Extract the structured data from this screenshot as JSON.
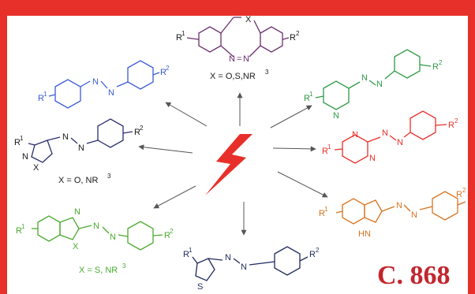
{
  "colors": {
    "frame": "#e8302a",
    "purple": "#6b2f6e",
    "blue": "#3b5bd6",
    "green": "#2f9a46",
    "red": "#e8302a",
    "orange": "#d8731f",
    "dark": "#2a2f6e",
    "lightgreen": "#4aaa2e",
    "navy": "#1f2a5e",
    "code": "#c2262e",
    "arrow": "#555555",
    "bolt": "#e8302a"
  },
  "structures": {
    "top": {
      "r1": "R",
      "r1_sup": "1",
      "r2": "R",
      "r2_sup": "2",
      "x": "X",
      "n1": "N",
      "n2": "N",
      "bond": "=",
      "caption_a": "X = O,S,NR",
      "caption_sup": "3"
    },
    "upper_left": {
      "r1": "R",
      "r1_sup": "1",
      "r2": "R",
      "r2_sup": "2",
      "n1": "N",
      "n2": "N"
    },
    "upper_right": {
      "r1": "R",
      "r1_sup": "1",
      "r2": "R",
      "r2_sup": "2",
      "ring_n": "N",
      "n1": "N",
      "n2": "N"
    },
    "middle_left": {
      "r1": "R",
      "r1_sup": "1",
      "r2": "R",
      "r2_sup": "2",
      "ring_n": "N",
      "ring_x": "X",
      "n1": "N",
      "n2": "N",
      "caption_a": "X = O, NR",
      "caption_sup": "3"
    },
    "middle_right": {
      "r1": "R",
      "r1_sup": "1",
      "r2": "R",
      "r2_sup": "2",
      "ring_n1": "N",
      "ring_n2": "N",
      "n1": "N",
      "n2": "N"
    },
    "lower_left": {
      "r1": "R",
      "r1_sup": "1",
      "r2": "R",
      "r2_sup": "2",
      "ring_n": "N",
      "ring_x": "X",
      "n1": "N",
      "n2": "N",
      "caption_a": "X = S, NR",
      "caption_sup": "3"
    },
    "lower_right": {
      "r1": "R",
      "r1_sup": "1",
      "r2": "R",
      "r2_sup": "2",
      "ring_nh": "HN",
      "n1": "N",
      "n2": "N"
    },
    "bottom": {
      "r1": "R",
      "r1_sup": "1",
      "r2": "R",
      "r2_sup": "2",
      "ring_s": "S",
      "n1": "N",
      "n2": "N"
    }
  },
  "page_code": "C. 868"
}
